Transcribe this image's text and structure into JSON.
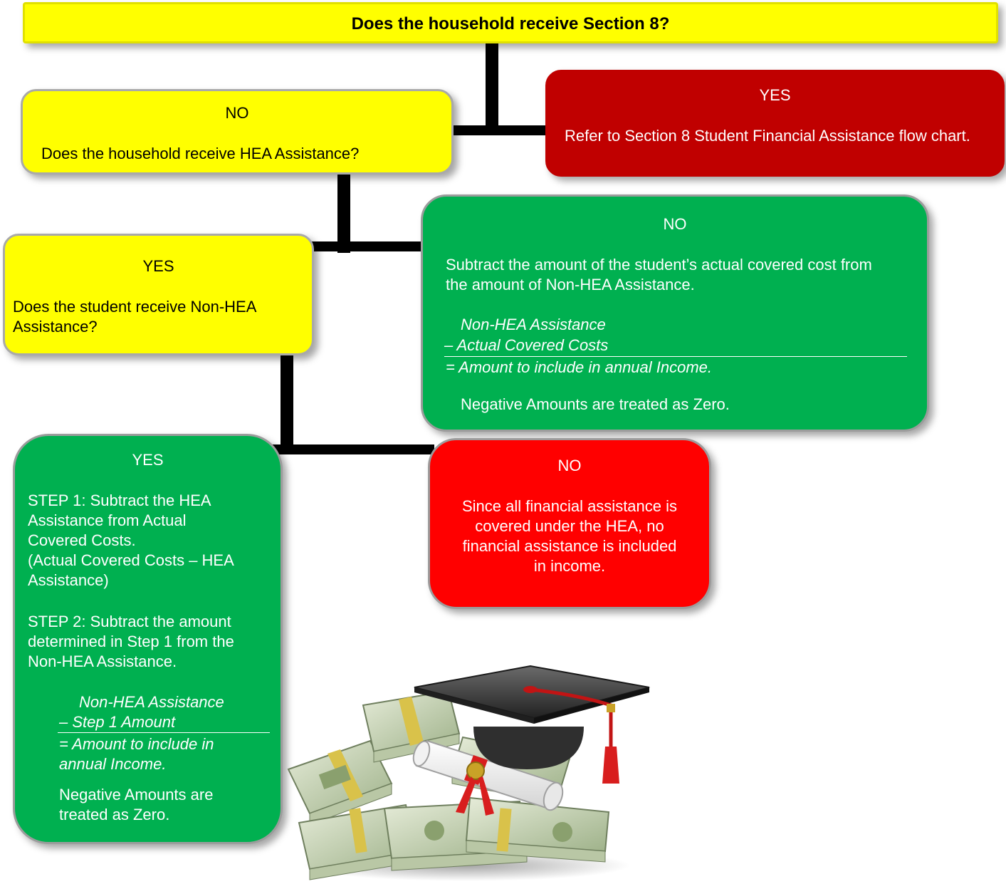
{
  "top": {
    "question": "Does the household receive Section 8?"
  },
  "section8_yes": {
    "answer": "YES",
    "text": "Refer to Section 8 Student Financial Assistance flow chart."
  },
  "section8_no": {
    "answer": "NO",
    "question": "Does the household receive HEA Assistance?"
  },
  "hea_no": {
    "answer": "NO",
    "text": "Subtract the amount of the student’s actual covered cost from the amount of Non-HEA Assistance.",
    "formula_line1": "Non-HEA Assistance",
    "formula_line2": "– Actual Covered Costs",
    "formula_result": "= Amount to include in annual Income.",
    "note": "Negative Amounts are treated as Zero."
  },
  "hea_yes": {
    "answer": "YES",
    "question": "Does the student receive Non-HEA Assistance?"
  },
  "nonhea_yes": {
    "answer": "YES",
    "step1": "STEP 1: Subtract the HEA Assistance from Actual Covered Costs.",
    "step1_formula": "(Actual Covered Costs – HEA Assistance)",
    "step2": "STEP 2: Subtract the amount determined in Step 1 from the Non-HEA Assistance.",
    "formula_line1": "Non-HEA Assistance",
    "formula_line2": "– Step 1 Amount",
    "formula_result": "= Amount to include in annual Income.",
    "note": "Negative Amounts are treated as Zero."
  },
  "nonhea_no": {
    "answer": "NO",
    "text": "Since all financial assistance is covered under the HEA, no financial assistance is included in income."
  },
  "illustration": {
    "icon": "graduation-cap-diploma-money-icon"
  }
}
